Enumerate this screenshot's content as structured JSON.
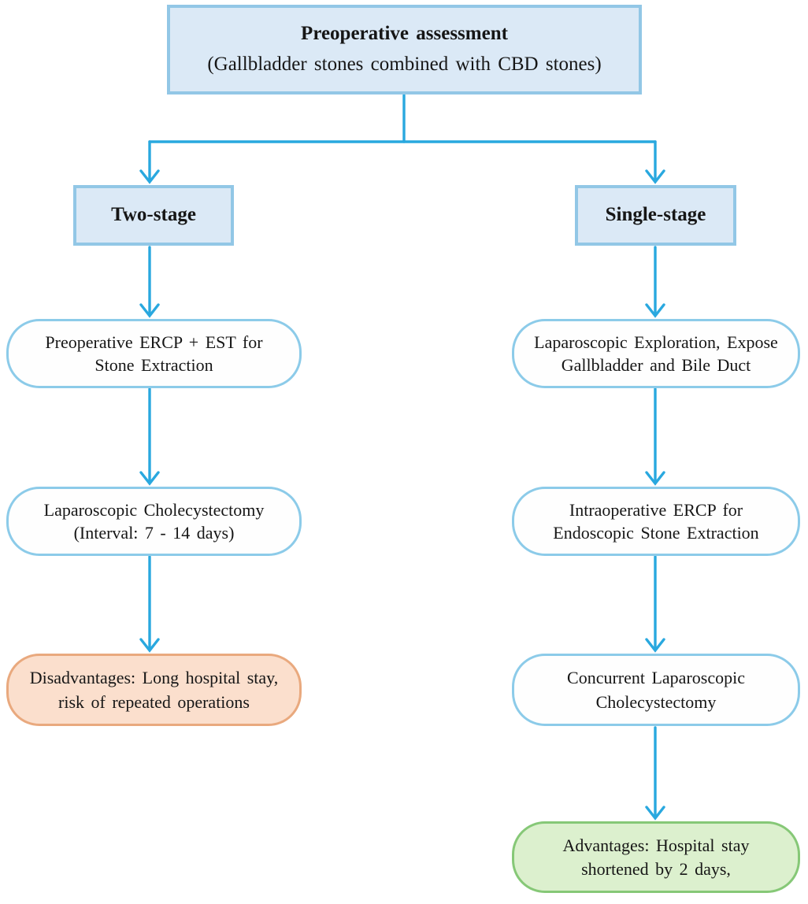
{
  "palette": {
    "arrow": "#29a8df",
    "stage_fill": "#dbe9f6",
    "stage_border": "#92c7e6",
    "process_fill": "#fefefe",
    "process_border": "#8ccbe9",
    "disadvantage_fill": "#fbdfcd",
    "disadvantage_border": "#e9a97e",
    "advantage_fill": "#dcf0ce",
    "advantage_border": "#86c877"
  },
  "root": {
    "line1": "Preoperative assessment",
    "line2": "(Gallbladder stones combined with CBD stones)"
  },
  "branches": {
    "left": {
      "label": "Two-stage",
      "steps": [
        {
          "line1": "Preoperative ERCP + EST for",
          "line2": "Stone Extraction",
          "type": "process"
        },
        {
          "line1": "Laparoscopic Cholecystectomy",
          "line2": "(Interval: 7 - 14 days)",
          "type": "process"
        },
        {
          "line1": "Disadvantages: Long hospital stay,",
          "line2": "risk of repeated operations",
          "type": "disadvantage"
        }
      ]
    },
    "right": {
      "label": "Single-stage",
      "steps": [
        {
          "line1": "Laparoscopic Exploration, Expose",
          "line2": "Gallbladder and Bile Duct",
          "type": "process"
        },
        {
          "line1": "Intraoperative ERCP for",
          "line2": "Endoscopic Stone Extraction",
          "type": "process"
        },
        {
          "line1": "Concurrent Laparoscopic",
          "line2": "Cholecystectomy",
          "type": "process"
        },
        {
          "line1": "Advantages: Hospital stay",
          "line2": "shortened by 2 days,",
          "type": "advantage"
        }
      ]
    }
  }
}
